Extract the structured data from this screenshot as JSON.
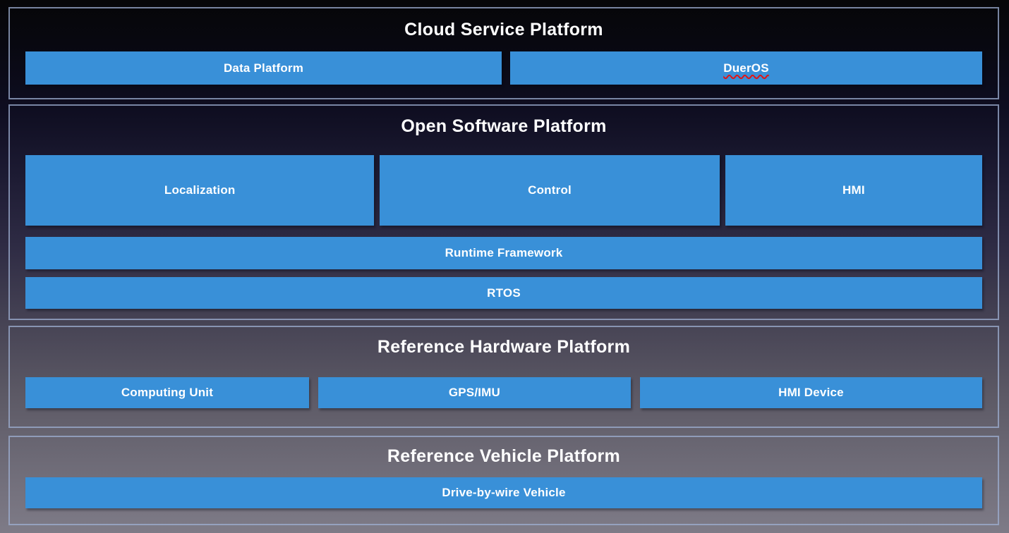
{
  "diagram": {
    "type": "layered-architecture",
    "colors": {
      "block_fill": "#3990d8",
      "panel_border": "#9dafd2",
      "text": "#ffffff",
      "spellcheck_underline": "#e21414",
      "background_top": "#060608",
      "background_bottom": "#7e7b87"
    },
    "sections": [
      {
        "title": "Cloud Service Platform",
        "rows": [
          {
            "boxes": [
              {
                "label": "Data Platform"
              },
              {
                "label": "DuerOS",
                "spellcheck_underline": true
              }
            ]
          }
        ]
      },
      {
        "title": "Open Software Platform",
        "rows": [
          {
            "boxes": [
              {
                "label": "Localization"
              },
              {
                "label": "Control"
              },
              {
                "label": "HMI"
              }
            ]
          },
          {
            "boxes": [
              {
                "label": "Runtime Framework"
              }
            ]
          },
          {
            "boxes": [
              {
                "label": "RTOS"
              }
            ]
          }
        ]
      },
      {
        "title": "Reference Hardware Platform",
        "rows": [
          {
            "boxes": [
              {
                "label": "Computing Unit"
              },
              {
                "label": "GPS/IMU"
              },
              {
                "label": "HMI Device"
              }
            ]
          }
        ]
      },
      {
        "title": "Reference Vehicle Platform",
        "rows": [
          {
            "boxes": [
              {
                "label": "Drive-by-wire Vehicle"
              }
            ]
          }
        ]
      }
    ]
  }
}
